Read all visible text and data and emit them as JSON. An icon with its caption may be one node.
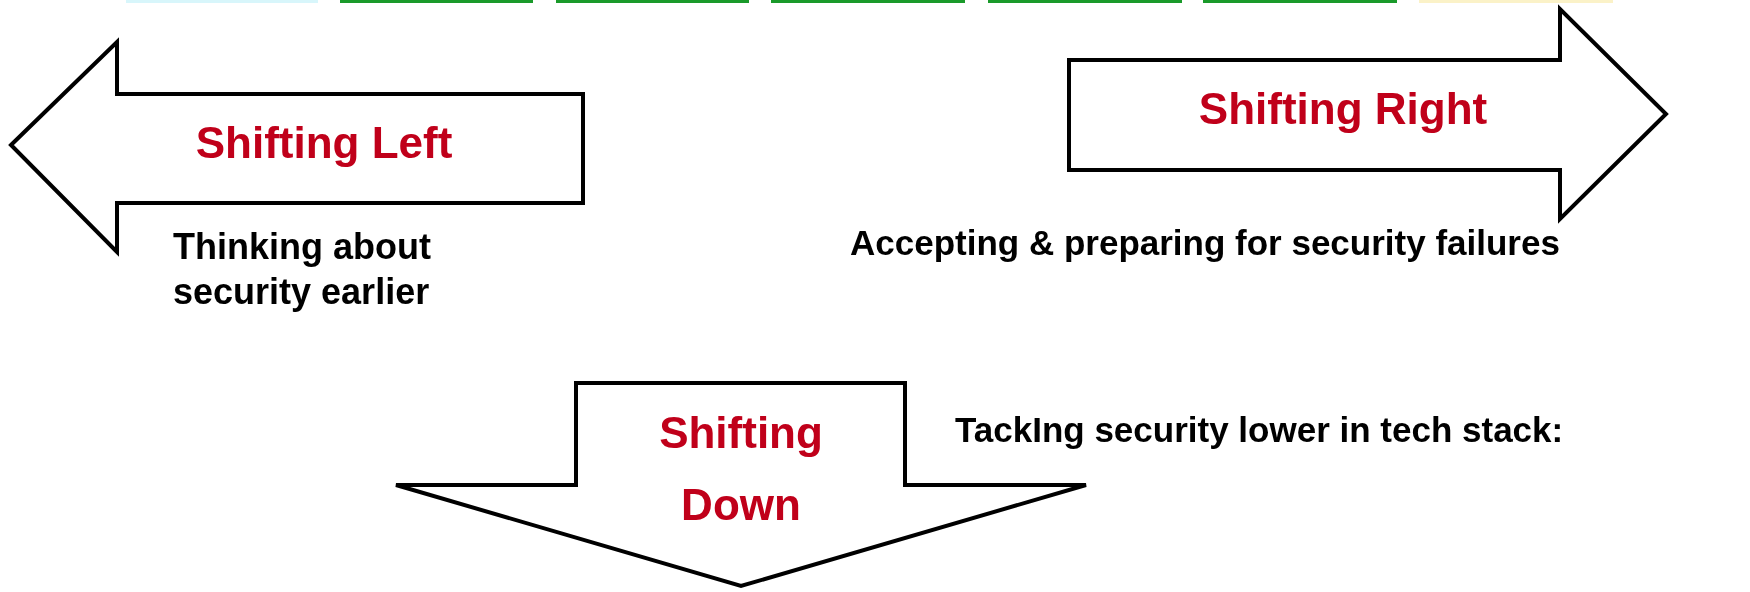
{
  "diagram": {
    "nodes": [
      {
        "text": [
          "Shifting Left"
        ],
        "beside": [
          "Thinking about security earlier"
        ]
      },
      {
        "text": [
          "Shifting Right"
        ],
        "beside": [
          "Accepting & preparing for security failures"
        ]
      },
      {
        "text": [
          "Shifting Down"
        ],
        "beside": [
          "TackIng security lower in tech stack:"
        ]
      }
    ]
  }
}
